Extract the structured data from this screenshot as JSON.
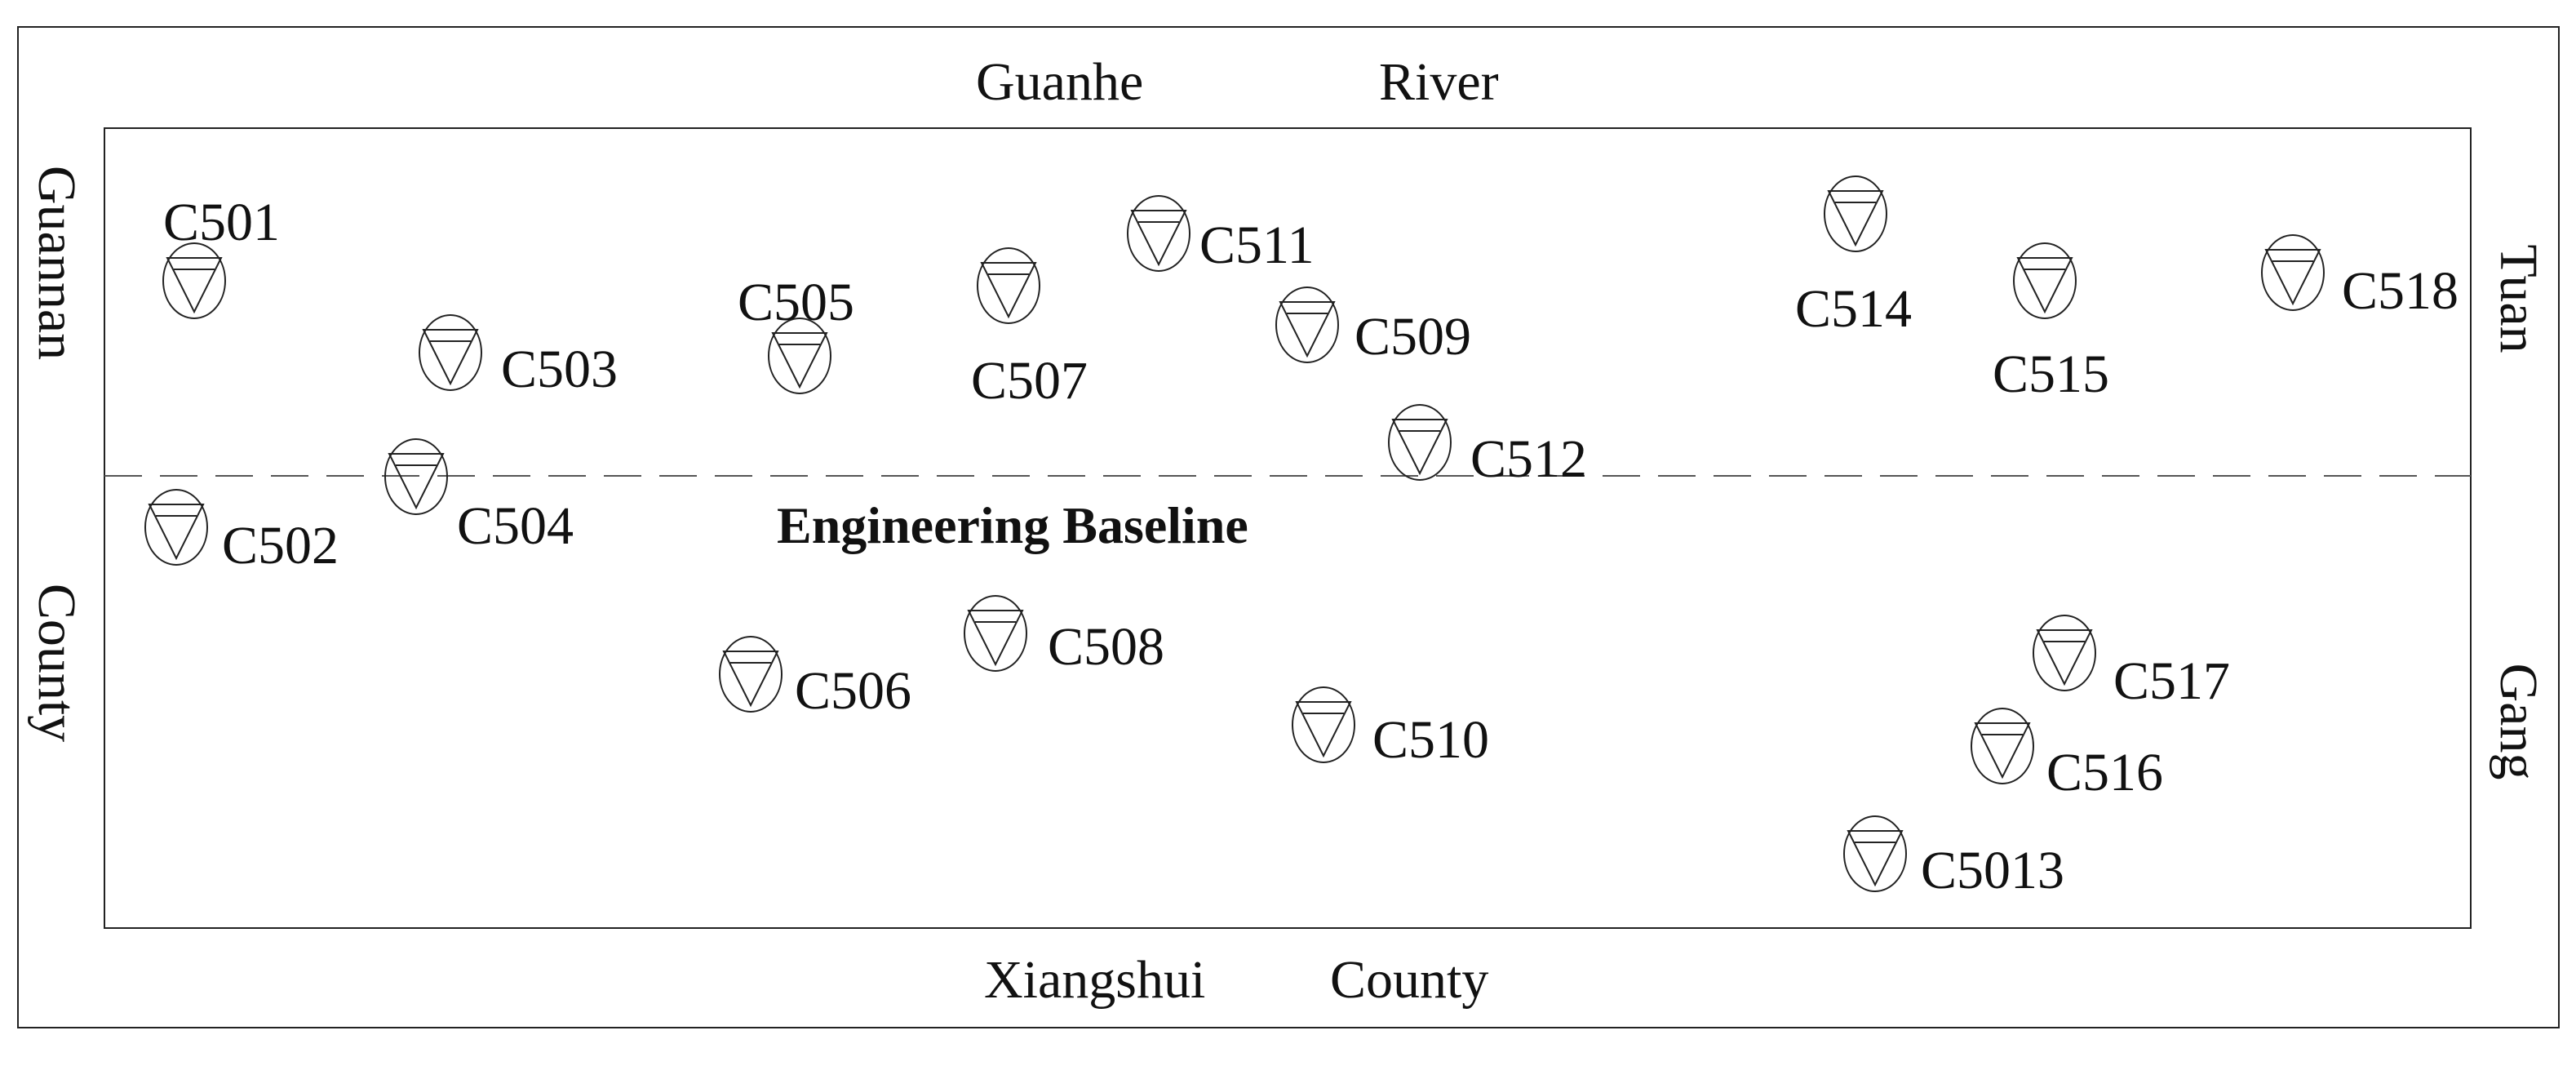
{
  "labels": {
    "top_left": "Guanhe",
    "top_right": "River",
    "bottom_left": "Xiangshui",
    "bottom_right": "County",
    "left_upper": "Guannan",
    "left_lower": "County",
    "right_upper": "Tuan",
    "right_lower": "Gang",
    "baseline": "Engineering Baseline"
  },
  "stations": [
    {
      "id": "C501"
    },
    {
      "id": "C502"
    },
    {
      "id": "C503"
    },
    {
      "id": "C504"
    },
    {
      "id": "C505"
    },
    {
      "id": "C506"
    },
    {
      "id": "C507"
    },
    {
      "id": "C508"
    },
    {
      "id": "C509"
    },
    {
      "id": "C510"
    },
    {
      "id": "C511"
    },
    {
      "id": "C512"
    },
    {
      "id": "C514"
    },
    {
      "id": "C515"
    },
    {
      "id": "C518"
    },
    {
      "id": "C517"
    },
    {
      "id": "C516"
    },
    {
      "id": "C5013"
    }
  ]
}
